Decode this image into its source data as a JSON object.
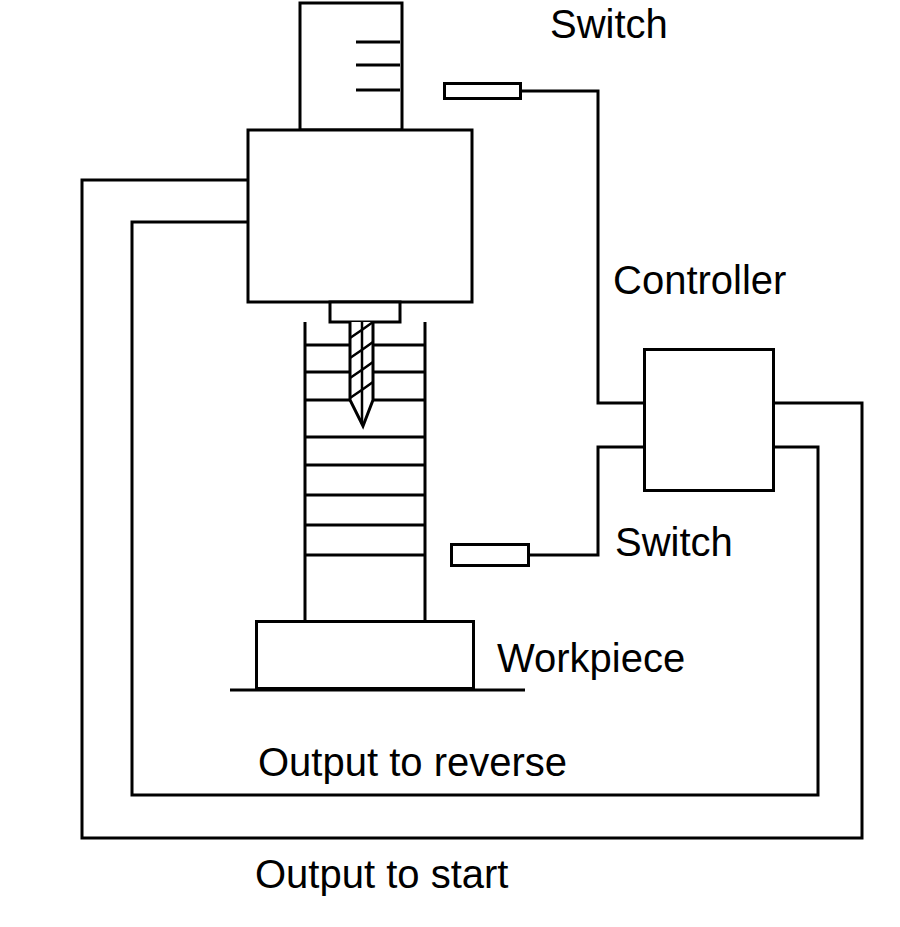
{
  "diagram": {
    "nodes": [
      {
        "text": [
          "Switch"
        ]
      },
      {
        "text": [
          "Controller"
        ]
      },
      {
        "text": [
          "Switch"
        ]
      },
      {
        "text": [
          "Workpiece"
        ]
      }
    ],
    "edges": [
      {
        "from": 0,
        "to": 1,
        "arrow": "none"
      },
      {
        "from": 2,
        "to": 1,
        "arrow": "none"
      }
    ],
    "labels": [
      "Output to reverse",
      "Output to start"
    ]
  }
}
